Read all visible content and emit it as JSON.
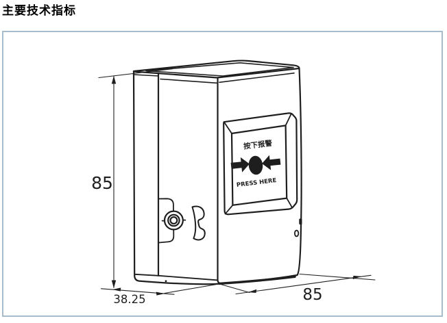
{
  "page": {
    "title": "主要技术指标"
  },
  "panel": {
    "border_color": "#a7bccb",
    "background": "#ffffff"
  },
  "device": {
    "type": "manual-call-point line drawing",
    "button_label_cn": "按下报警",
    "button_label_en": "PRESS HERE"
  },
  "dimensions": {
    "height": "85",
    "depth": "38.25",
    "width": "85"
  },
  "colors": {
    "line": "#1e1e1e",
    "text": "#000000"
  }
}
